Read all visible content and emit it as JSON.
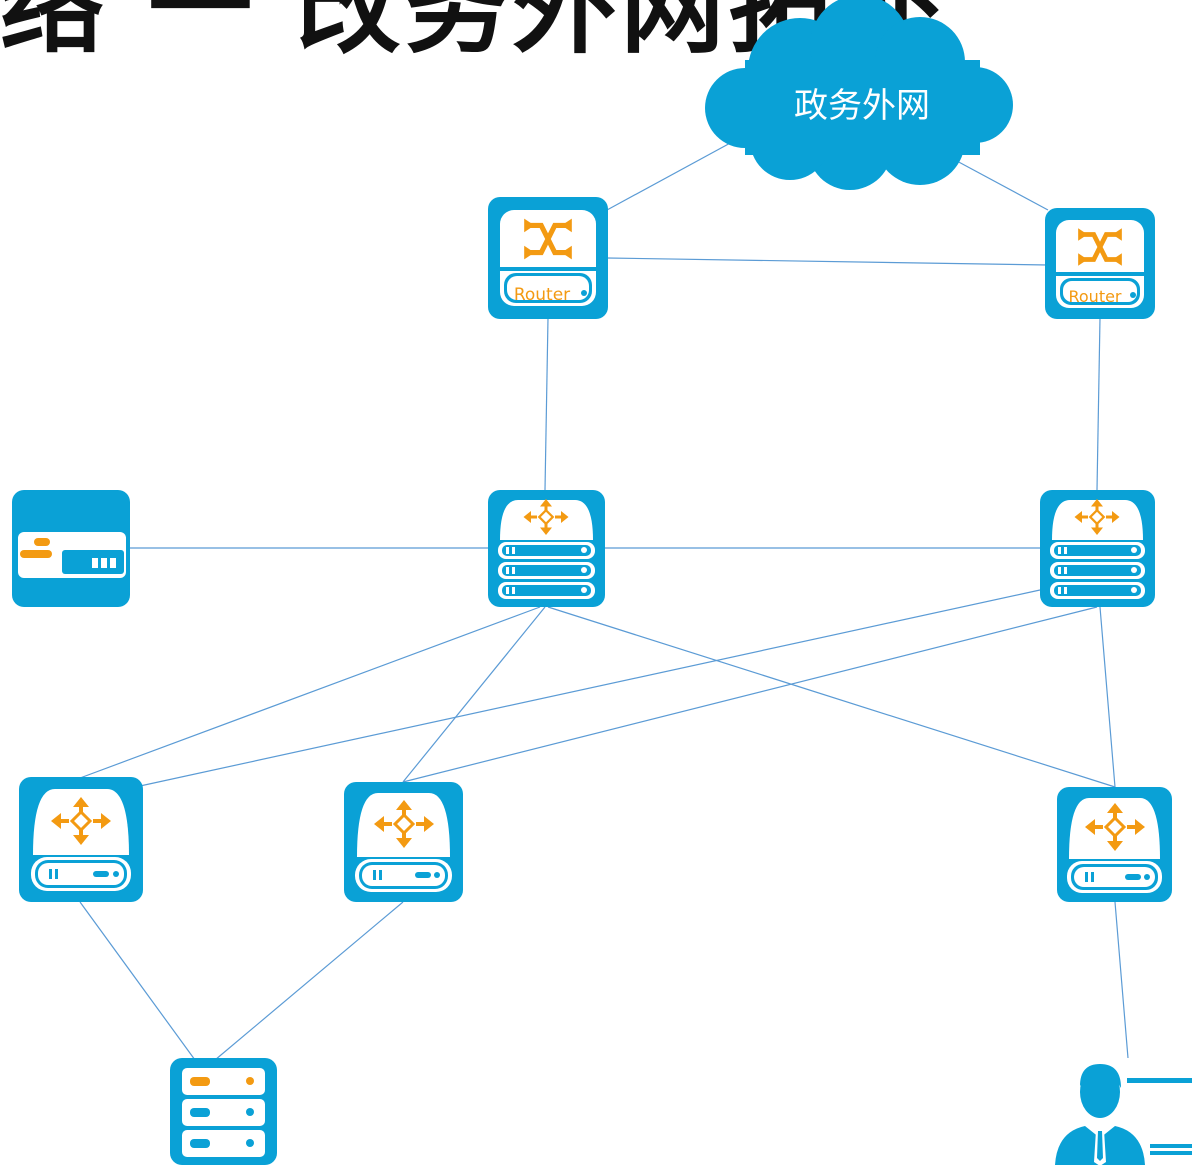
{
  "title": "络 一 改务外网拓扑",
  "cloud": {
    "label": "政务外网"
  },
  "router_label": "Router",
  "colors": {
    "device_blue": "#0aa1d6",
    "accent_orange": "#f39a12",
    "line_blue": "#5b9bd5",
    "white": "#ffffff"
  },
  "nodes": [
    {
      "name": "cloud",
      "icon": "cloud-icon"
    },
    {
      "name": "router-left",
      "icon": "router-icon"
    },
    {
      "name": "router-right",
      "icon": "router-icon"
    },
    {
      "name": "firewall",
      "icon": "firewall-icon"
    },
    {
      "name": "core-switch-left",
      "icon": "core-switch-icon"
    },
    {
      "name": "core-switch-right",
      "icon": "core-switch-icon"
    },
    {
      "name": "access-switch-1",
      "icon": "switch-icon"
    },
    {
      "name": "access-switch-2",
      "icon": "switch-icon"
    },
    {
      "name": "access-switch-3",
      "icon": "switch-icon"
    },
    {
      "name": "server",
      "icon": "server-icon"
    },
    {
      "name": "user",
      "icon": "user-icon"
    }
  ],
  "links": [
    [
      "cloud",
      "router-left"
    ],
    [
      "cloud",
      "router-right"
    ],
    [
      "router-left",
      "router-right"
    ],
    [
      "router-left",
      "core-switch-left"
    ],
    [
      "router-right",
      "core-switch-right"
    ],
    [
      "firewall",
      "core-switch-left"
    ],
    [
      "core-switch-left",
      "core-switch-right"
    ],
    [
      "core-switch-left",
      "access-switch-1"
    ],
    [
      "core-switch-left",
      "access-switch-2"
    ],
    [
      "core-switch-left",
      "access-switch-3"
    ],
    [
      "core-switch-right",
      "access-switch-1"
    ],
    [
      "core-switch-right",
      "access-switch-2"
    ],
    [
      "core-switch-right",
      "access-switch-3"
    ],
    [
      "access-switch-1",
      "server"
    ],
    [
      "access-switch-2",
      "server"
    ],
    [
      "access-switch-3",
      "user"
    ]
  ]
}
